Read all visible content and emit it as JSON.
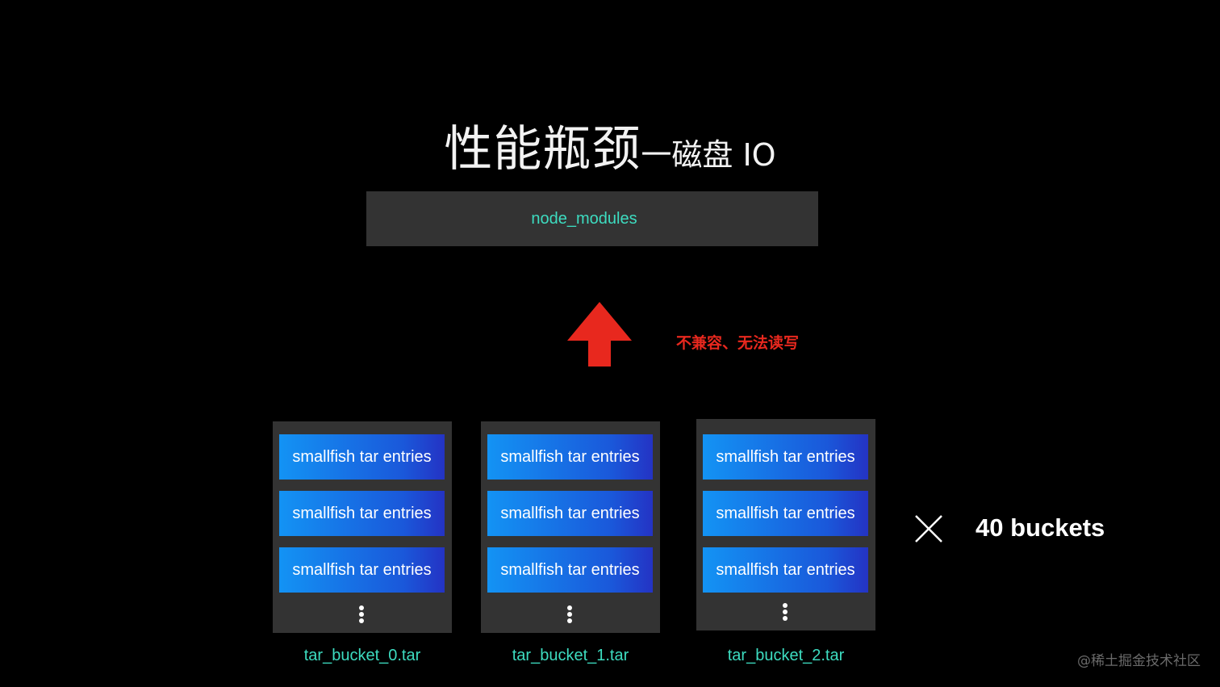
{
  "title": {
    "main": "性能瓶颈",
    "sub": "一磁盘 IO"
  },
  "node_modules": {
    "label": "node_modules"
  },
  "arrow": {
    "label": "不兼容、无法读写",
    "color": "#e8281e"
  },
  "buckets": [
    {
      "name": "tar_bucket_0.tar",
      "entries": [
        "smallfish tar entries",
        "smallfish tar entries",
        "smallfish tar entries"
      ]
    },
    {
      "name": "tar_bucket_1.tar",
      "entries": [
        "smallfish tar entries",
        "smallfish tar entries",
        "smallfish tar entries"
      ]
    },
    {
      "name": "tar_bucket_2.tar",
      "entries": [
        "smallfish tar entries",
        "smallfish tar entries",
        "smallfish tar entries"
      ]
    }
  ],
  "multiplier": {
    "label": "40 buckets"
  },
  "watermark": "@稀土掘金技术社区",
  "colors": {
    "background": "#000000",
    "box": "#333333",
    "accent_teal": "#3ddcc0",
    "entry_blue": "#1a58da",
    "arrow_red": "#e8281e"
  }
}
